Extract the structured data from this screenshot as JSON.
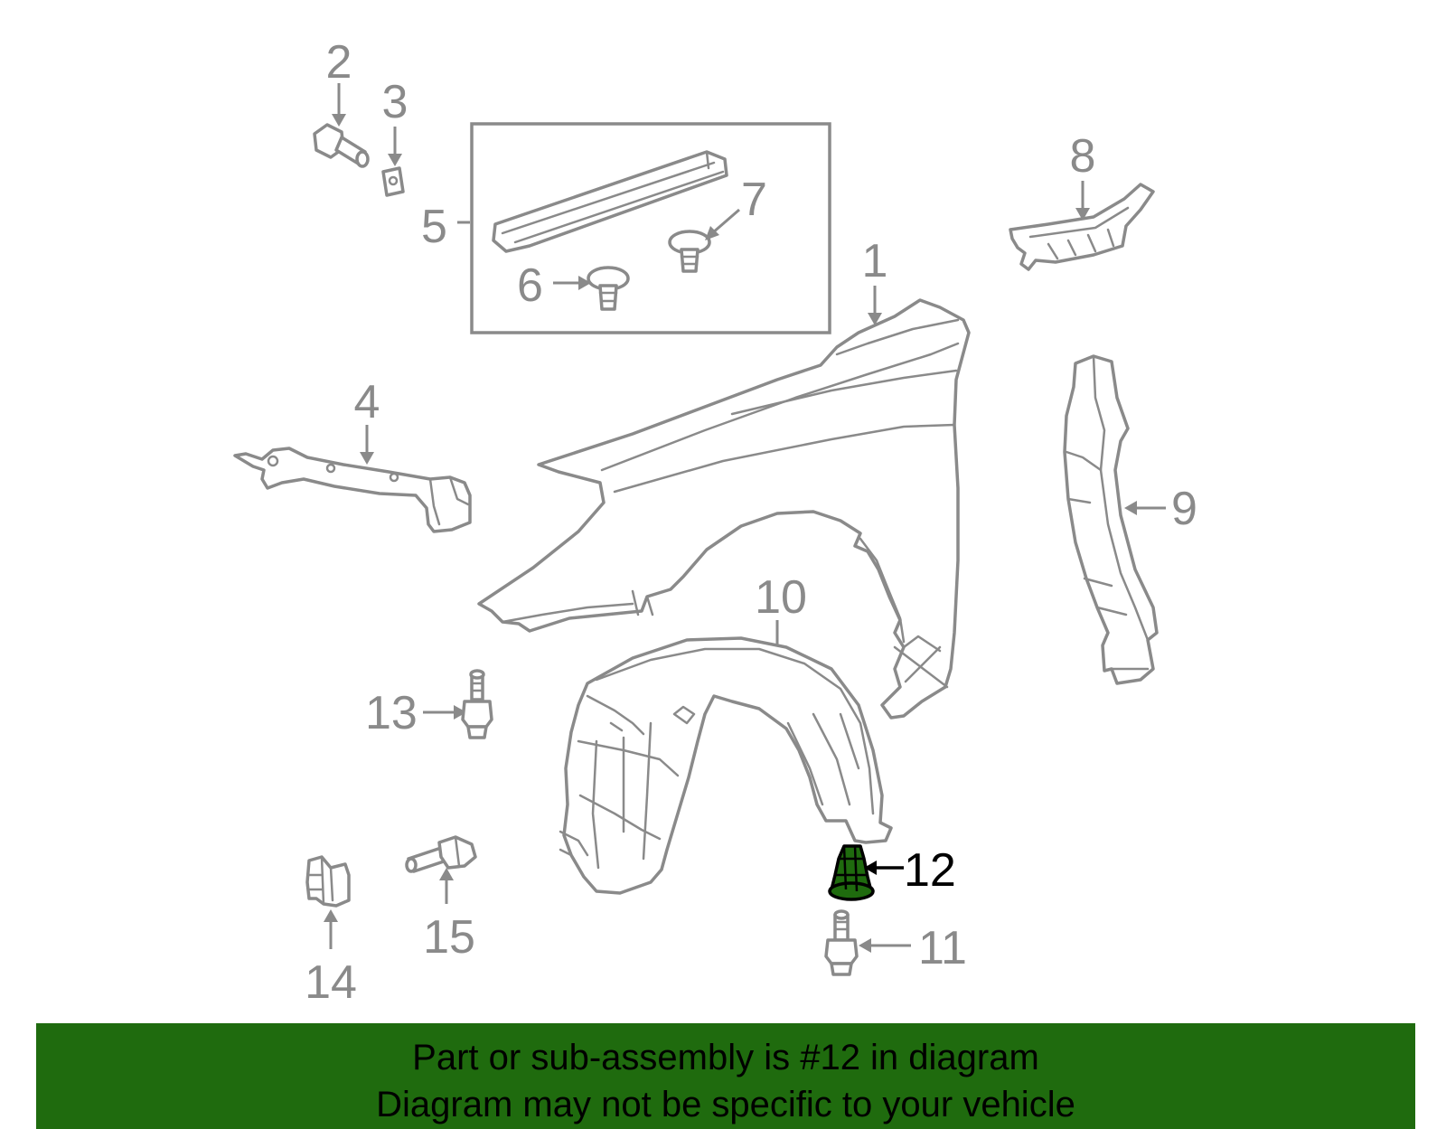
{
  "callouts": {
    "c1": "1",
    "c2": "2",
    "c3": "3",
    "c4": "4",
    "c5": "5",
    "c6": "6",
    "c7": "7",
    "c8": "8",
    "c9": "9",
    "c10": "10",
    "c11": "11",
    "c12": "12",
    "c13": "13",
    "c14": "14",
    "c15": "15"
  },
  "highlighted_part": "12",
  "highlight_color": "#1f6b0e",
  "banner": {
    "line1": "Part or sub-assembly is #12 in diagram",
    "line2": "Diagram may not be specific to your vehicle",
    "background": "#1f6b0e"
  }
}
